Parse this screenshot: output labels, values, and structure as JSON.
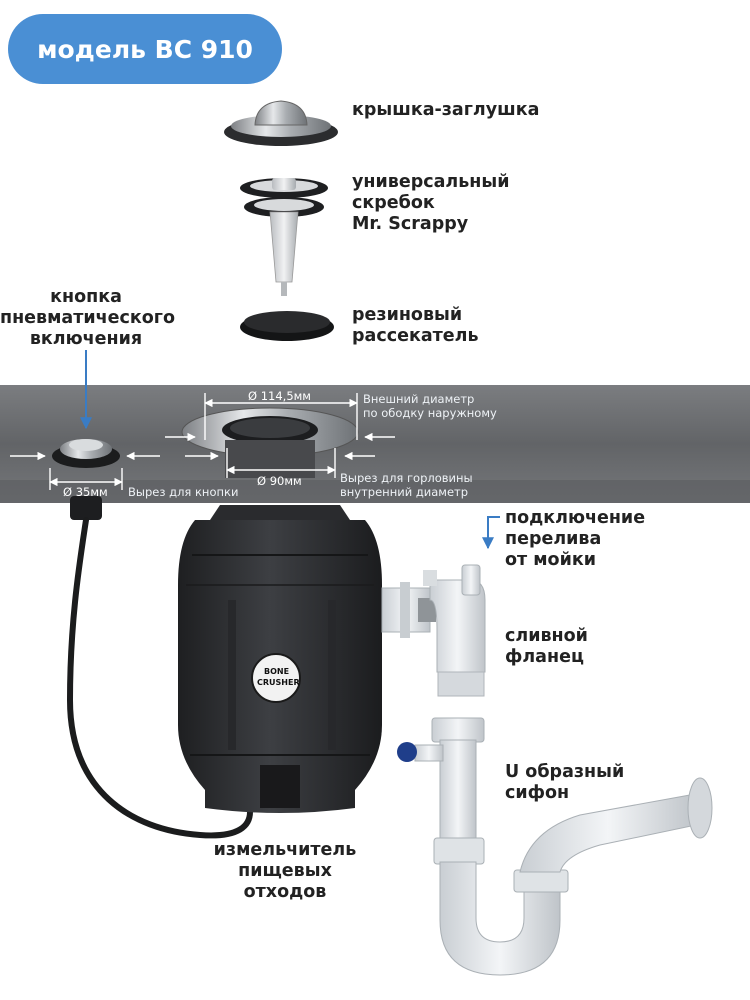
{
  "badge": {
    "text": "модель ВС 910"
  },
  "parts": {
    "cap_label": "крышка-заглушка",
    "scraper_label": "универсальный\nскребок\nMr. Scrappy",
    "splash_label": "резиновый\nрассекатель",
    "button_label": "кнопка\nпневматического\nвключения",
    "overflow_label": "подключение\nперелива\nот мойки",
    "flange_label": "сливной\nфланец",
    "trap_label": "U образный\nсифон",
    "grinder_label": "измельчитель\nпищевых\nотходов"
  },
  "dimensions": {
    "outer_diameter": "Ø 114,5мм",
    "outer_note": "Внешний диаметр\nпо ободку наружному",
    "inner_diameter": "Ø 90мм",
    "inner_note": "Вырез для горловины\nвнутренний диаметр",
    "button_diameter": "Ø 35мм",
    "button_note": "Вырез для кнопки"
  },
  "brand": {
    "line1": "BONE",
    "line2": "CRUSHER"
  },
  "colors": {
    "badge": "#4a8fd4",
    "arrow": "#3a7cc4",
    "countertop": "#6b6d70",
    "body": "#333538"
  }
}
